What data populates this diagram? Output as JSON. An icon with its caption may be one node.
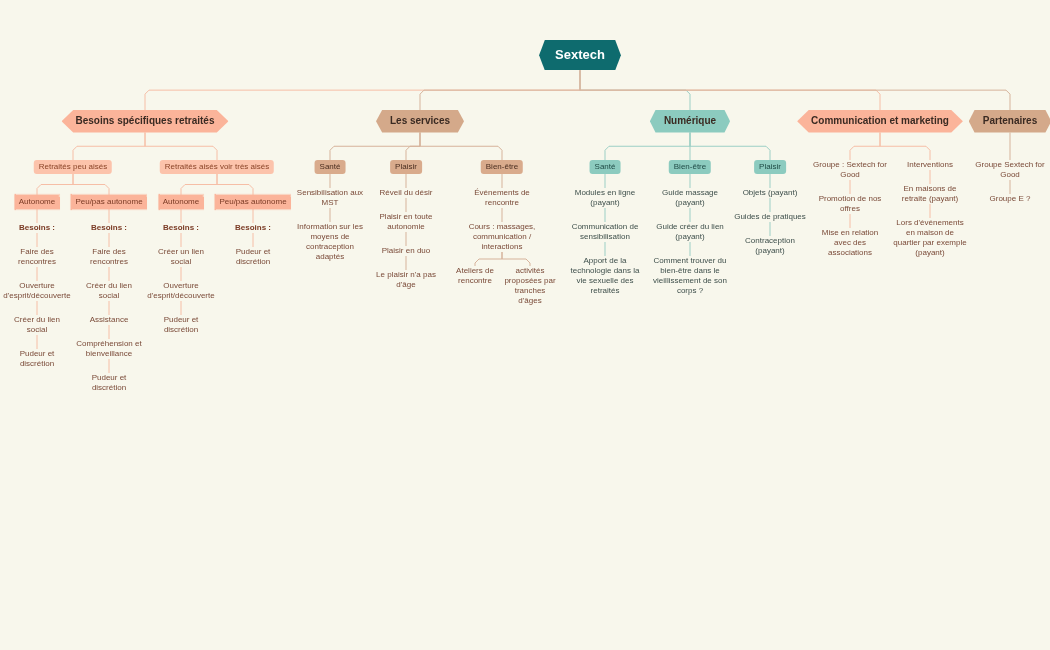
{
  "diagram": {
    "nodes": [
      {
        "text": [
          "Sextech"
        ]
      },
      {
        "text": [
          "Besoins spécifiques retraités"
        ]
      },
      {
        "text": [
          "Retraités peu aisés"
        ]
      },
      {
        "text": [
          "Autonome"
        ]
      },
      {
        "text": [
          "Besoins :"
        ]
      },
      {
        "text": [
          "Faire des rencontres"
        ]
      },
      {
        "text": [
          "Ouverture d'esprit/découverte"
        ]
      },
      {
        "text": [
          "Créer du lien social"
        ]
      },
      {
        "text": [
          "Pudeur et discrétion"
        ]
      },
      {
        "text": [
          "Peu/pas autonome"
        ]
      },
      {
        "text": [
          "Besoins :"
        ]
      },
      {
        "text": [
          "Faire des rencontres"
        ]
      },
      {
        "text": [
          "Créer du lien social"
        ]
      },
      {
        "text": [
          "Assistance"
        ]
      },
      {
        "text": [
          "Compréhension et bienveillance"
        ]
      },
      {
        "text": [
          "Pudeur et discrétion"
        ]
      },
      {
        "text": [
          "Retraités aisés voir très aisés"
        ]
      },
      {
        "text": [
          "Autonome"
        ]
      },
      {
        "text": [
          "Besoins :"
        ]
      },
      {
        "text": [
          "Créer un lien social"
        ]
      },
      {
        "text": [
          "Ouverture d'esprit/découverte"
        ]
      },
      {
        "text": [
          "Pudeur et discrétion"
        ]
      },
      {
        "text": [
          "Peu/pas autonome"
        ]
      },
      {
        "text": [
          "Besoins :"
        ]
      },
      {
        "text": [
          "Pudeur et discrétion"
        ]
      },
      {
        "text": [
          "Les services"
        ]
      },
      {
        "text": [
          "Santé"
        ]
      },
      {
        "text": [
          "Sensibilisation aux MST"
        ]
      },
      {
        "text": [
          "Information sur les moyens de contraception adaptés"
        ]
      },
      {
        "text": [
          "Plaisir"
        ]
      },
      {
        "text": [
          "Réveil du désir"
        ]
      },
      {
        "text": [
          "Plaisir en toute autonomie"
        ]
      },
      {
        "text": [
          "Plaisir en duo"
        ]
      },
      {
        "text": [
          "Le plaisir n'a pas d'âge"
        ]
      },
      {
        "text": [
          "Bien-être"
        ]
      },
      {
        "text": [
          "Événements de rencontre"
        ]
      },
      {
        "text": [
          "Cours : massages, communication / interactions"
        ]
      },
      {
        "text": [
          "Ateliers de rencontre"
        ]
      },
      {
        "text": [
          "activités proposées par tranches d'âges"
        ]
      },
      {
        "text": [
          "Numérique"
        ]
      },
      {
        "text": [
          "Santé"
        ]
      },
      {
        "text": [
          "Modules en ligne (payant)"
        ]
      },
      {
        "text": [
          "Communication de sensibilisation"
        ]
      },
      {
        "text": [
          "Apport de la technologie dans la vie sexuelle des retraités"
        ]
      },
      {
        "text": [
          "Bien-être"
        ]
      },
      {
        "text": [
          "Guide massage (payant)"
        ]
      },
      {
        "text": [
          "Guide créer du lien (payant)"
        ]
      },
      {
        "text": [
          "Comment trouver du bien-être dans le vieillissement de son corps ?"
        ]
      },
      {
        "text": [
          "Plaisir"
        ]
      },
      {
        "text": [
          "Objets (payant)"
        ]
      },
      {
        "text": [
          "Guides de pratiques"
        ]
      },
      {
        "text": [
          "Contraception (payant)"
        ]
      },
      {
        "text": [
          "Communication et marketing"
        ]
      },
      {
        "text": [
          "Groupe : Sextech for Good"
        ]
      },
      {
        "text": [
          "Promotion de nos offres"
        ]
      },
      {
        "text": [
          "Mise en relation avec des associations"
        ]
      },
      {
        "text": [
          "Interventions"
        ]
      },
      {
        "text": [
          "En maisons de retraite (payant)"
        ]
      },
      {
        "text": [
          "Lors d'événements en maison de quartier par exemple (payant)"
        ]
      },
      {
        "text": [
          "Partenaires"
        ]
      },
      {
        "text": [
          "Groupe Sextech for Good"
        ]
      },
      {
        "text": [
          "Groupe E ?"
        ]
      }
    ],
    "edges": [
      {
        "from": 0,
        "to": 1,
        "arrow": "none"
      },
      {
        "from": 0,
        "to": 25,
        "arrow": "none",
        "color": "#d6b39b"
      },
      {
        "from": 0,
        "to": 39,
        "arrow": "none",
        "color": "#9ccfc5"
      },
      {
        "from": 0,
        "to": 52,
        "arrow": "none"
      },
      {
        "from": 0,
        "to": 59,
        "arrow": "none",
        "color": "#d6b39b"
      },
      {
        "from": 1,
        "to": 2,
        "arrow": "none"
      },
      {
        "from": 1,
        "to": 16,
        "arrow": "none"
      },
      {
        "from": 2,
        "to": 3,
        "arrow": "none"
      },
      {
        "from": 2,
        "to": 9,
        "arrow": "none"
      },
      {
        "from": 3,
        "to": 4,
        "arrow": "none"
      },
      {
        "from": 4,
        "to": 5,
        "arrow": "none"
      },
      {
        "from": 5,
        "to": 6,
        "arrow": "none"
      },
      {
        "from": 6,
        "to": 7,
        "arrow": "none"
      },
      {
        "from": 7,
        "to": 8,
        "arrow": "none"
      },
      {
        "from": 9,
        "to": 10,
        "arrow": "none"
      },
      {
        "from": 10,
        "to": 11,
        "arrow": "none"
      },
      {
        "from": 11,
        "to": 12,
        "arrow": "none"
      },
      {
        "from": 12,
        "to": 13,
        "arrow": "none"
      },
      {
        "from": 13,
        "to": 14,
        "arrow": "none"
      },
      {
        "from": 14,
        "to": 15,
        "arrow": "none"
      },
      {
        "from": 16,
        "to": 17,
        "arrow": "none"
      },
      {
        "from": 16,
        "to": 22,
        "arrow": "none"
      },
      {
        "from": 17,
        "to": 18,
        "arrow": "none"
      },
      {
        "from": 18,
        "to": 19,
        "arrow": "none"
      },
      {
        "from": 19,
        "to": 20,
        "arrow": "none"
      },
      {
        "from": 20,
        "to": 21,
        "arrow": "none"
      },
      {
        "from": 22,
        "to": 23,
        "arrow": "none"
      },
      {
        "from": 23,
        "to": 24,
        "arrow": "none"
      },
      {
        "from": 25,
        "to": 26,
        "arrow": "none",
        "color": "#d6b39b"
      },
      {
        "from": 25,
        "to": 29,
        "arrow": "none",
        "color": "#d6b39b"
      },
      {
        "from": 25,
        "to": 34,
        "arrow": "none",
        "color": "#d6b39b"
      },
      {
        "from": 26,
        "to": 27,
        "arrow": "none",
        "color": "#d6b39b"
      },
      {
        "from": 27,
        "to": 28,
        "arrow": "none",
        "color": "#d6b39b"
      },
      {
        "from": 29,
        "to": 30,
        "arrow": "none",
        "color": "#d6b39b"
      },
      {
        "from": 30,
        "to": 31,
        "arrow": "none",
        "color": "#d6b39b"
      },
      {
        "from": 31,
        "to": 32,
        "arrow": "none",
        "color": "#d6b39b"
      },
      {
        "from": 32,
        "to": 33,
        "arrow": "none",
        "color": "#d6b39b"
      },
      {
        "from": 34,
        "to": 35,
        "arrow": "none",
        "color": "#d6b39b"
      },
      {
        "from": 35,
        "to": 36,
        "arrow": "none",
        "color": "#d6b39b"
      },
      {
        "from": 36,
        "to": 37,
        "arrow": "none",
        "color": "#d6b39b"
      },
      {
        "from": 36,
        "to": 38,
        "arrow": "none",
        "color": "#d6b39b"
      },
      {
        "from": 39,
        "to": 40,
        "arrow": "none",
        "color": "#9ccfc5"
      },
      {
        "from": 39,
        "to": 44,
        "arrow": "none",
        "color": "#9ccfc5"
      },
      {
        "from": 39,
        "to": 48,
        "arrow": "none",
        "color": "#9ccfc5"
      },
      {
        "from": 40,
        "to": 41,
        "arrow": "none",
        "color": "#9ccfc5"
      },
      {
        "from": 41,
        "to": 42,
        "arrow": "none",
        "color": "#9ccfc5"
      },
      {
        "from": 42,
        "to": 43,
        "arrow": "none",
        "color": "#9ccfc5"
      },
      {
        "from": 44,
        "to": 45,
        "arrow": "none",
        "color": "#9ccfc5"
      },
      {
        "from": 45,
        "to": 46,
        "arrow": "none",
        "color": "#9ccfc5"
      },
      {
        "from": 46,
        "to": 47,
        "arrow": "none",
        "color": "#9ccfc5"
      },
      {
        "from": 48,
        "to": 49,
        "arrow": "none",
        "color": "#9ccfc5"
      },
      {
        "from": 49,
        "to": 50,
        "arrow": "none",
        "color": "#9ccfc5"
      },
      {
        "from": 50,
        "to": 51,
        "arrow": "none",
        "color": "#9ccfc5"
      },
      {
        "from": 52,
        "to": 53,
        "arrow": "none"
      },
      {
        "from": 52,
        "to": 56,
        "arrow": "none"
      },
      {
        "from": 53,
        "to": 54,
        "arrow": "none"
      },
      {
        "from": 54,
        "to": 55,
        "arrow": "none"
      },
      {
        "from": 56,
        "to": 57,
        "arrow": "none"
      },
      {
        "from": 57,
        "to": 58,
        "arrow": "none"
      },
      {
        "from": 59,
        "to": 60,
        "arrow": "none",
        "color": "#d6b39b"
      },
      {
        "from": 60,
        "to": 61,
        "arrow": "none",
        "color": "#d6b39b"
      }
    ]
  }
}
